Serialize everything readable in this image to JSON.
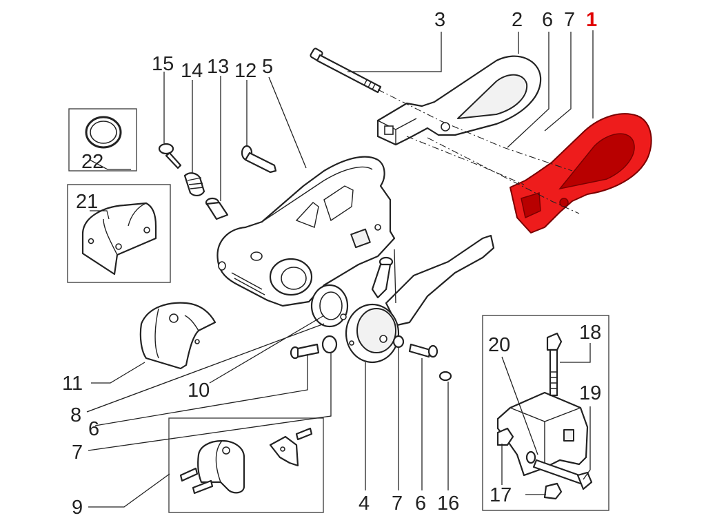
{
  "diagram": {
    "highlighted_part": "1",
    "highlight_color": "#ee1c1c",
    "labels": {
      "p1": "1",
      "p2": "2",
      "p3": "3",
      "p4": "4",
      "p5": "5",
      "p6_top": "6",
      "p6_left": "6",
      "p6_bottom": "6",
      "p7_top": "7",
      "p7_left": "7",
      "p7_bottom": "7",
      "p8": "8",
      "p9": "9",
      "p10": "10",
      "p11": "11",
      "p12": "12",
      "p13": "13",
      "p14": "14",
      "p15": "15",
      "p16": "16",
      "p17": "17",
      "p18": "18",
      "p19": "19",
      "p20": "20",
      "p21": "21",
      "p22": "22"
    }
  }
}
